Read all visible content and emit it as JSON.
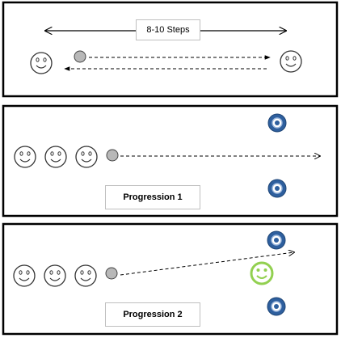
{
  "panels": [
    {
      "label": "8-10 Steps",
      "label_style": "normal"
    },
    {
      "label": "Progression 1",
      "label_style": "bold"
    },
    {
      "label": "Progression 2",
      "label_style": "bold"
    }
  ],
  "icons": {
    "player": "smiley-face-icon",
    "ball": "ball-icon",
    "target": "ring-target-icon",
    "defender": "green-smiley-face-icon"
  },
  "colors": {
    "frame": "#000000",
    "ring_outer": "#2e5f9e",
    "ring_inner": "#ffffff",
    "ball": "#b8b8b8",
    "defender": "#92d050",
    "face_stroke": "#333333"
  }
}
